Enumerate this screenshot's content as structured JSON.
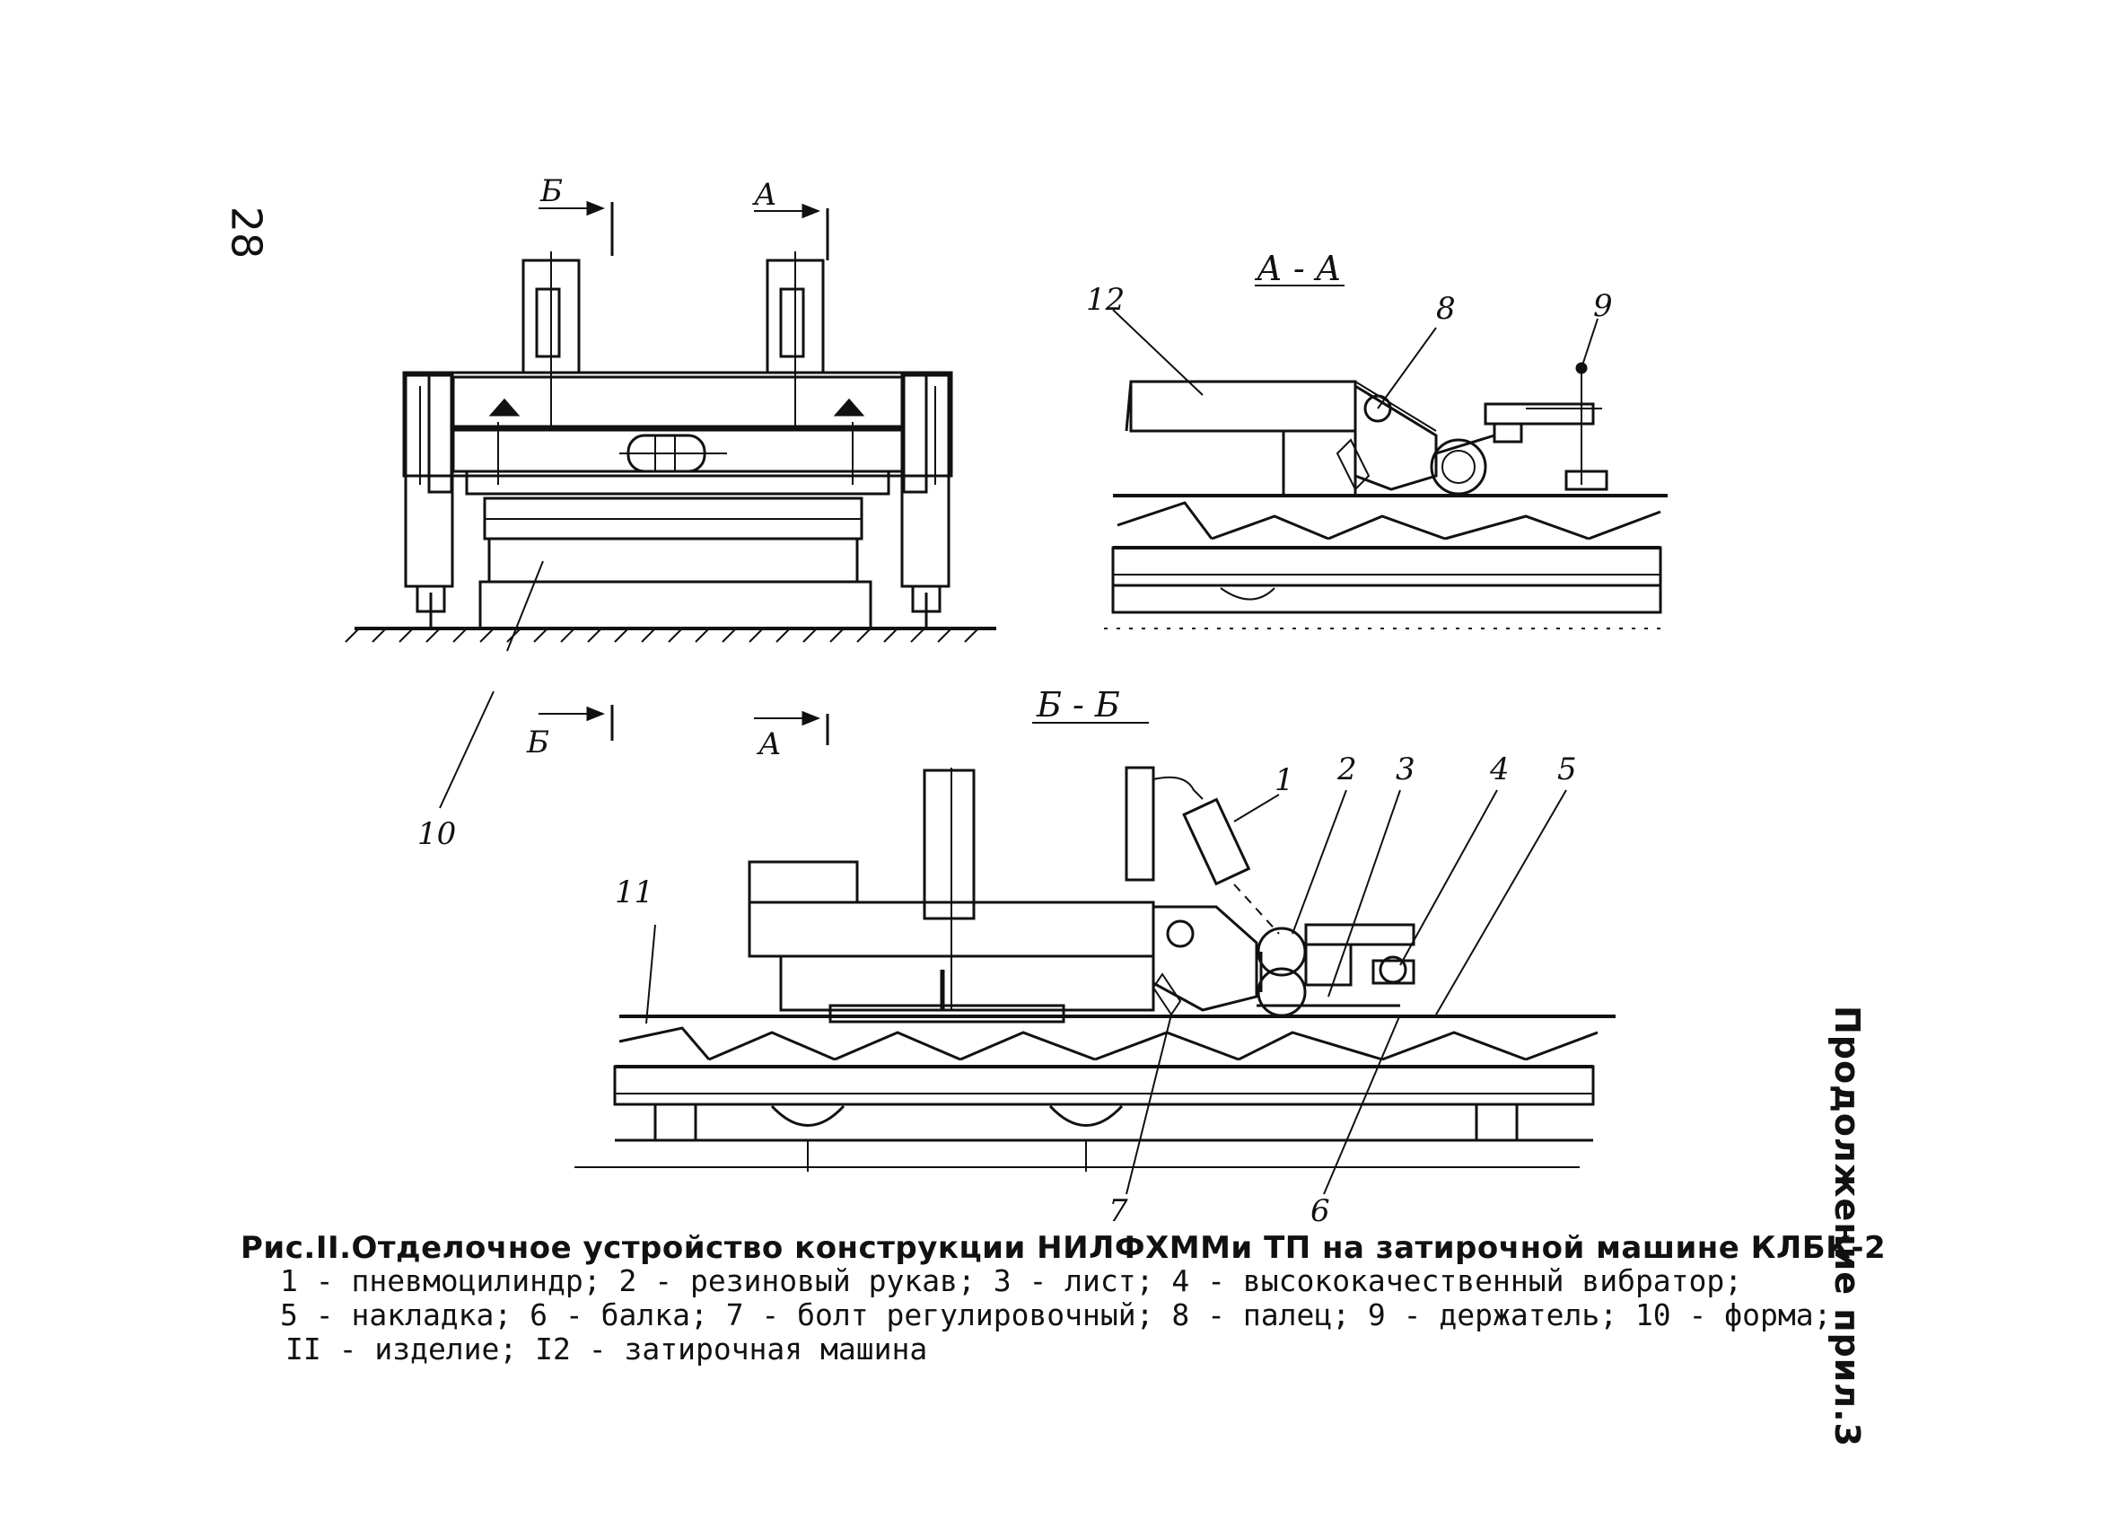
{
  "page_number": "28",
  "side_note": "Продолжение прил.3",
  "section_labels": {
    "b_top": "Б",
    "a_top": "А",
    "b_bottom": "Б",
    "a_bottom": "А",
    "section_aa": "А - А",
    "section_bb": "Б - Б"
  },
  "part_labels": {
    "p1": "1",
    "p2": "2",
    "p3": "3",
    "p4": "4",
    "p5": "5",
    "p6": "6",
    "p7": "7",
    "p8": "8",
    "p9": "9",
    "p10": "10",
    "p11": "11",
    "p12": "12"
  },
  "caption": {
    "title": "Рис.II.Отделочное устройство конструкции НИЛФХММи ТП на затирочной машине КЛБК-2",
    "legend_line1": "1 - пневмоцилиндр; 2 - резиновый рукав; 3 - лист; 4 - высококачественный вибратор;",
    "legend_line2": "5 - накладка; 6 - балка; 7 - болт регулировочный; 8 - палец; 9 - держатель; 10 - форма;",
    "legend_line3": "II - изделие; I2 - затирочная машина"
  }
}
